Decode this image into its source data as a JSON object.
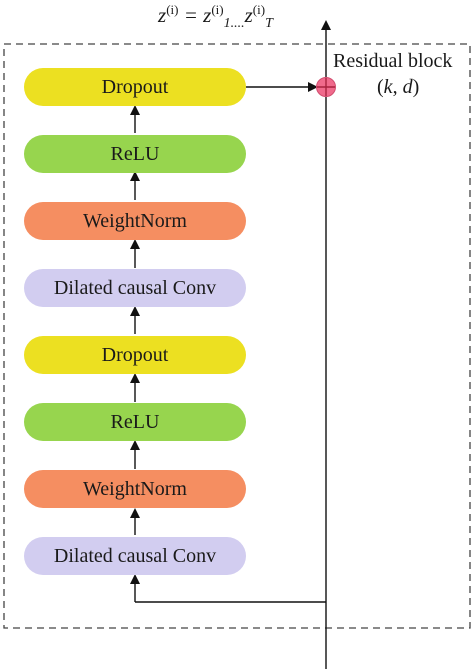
{
  "output_label": {
    "main": "z",
    "sup": "(i)",
    "eq": " = ",
    "term1_base": "z",
    "term1_sup": "(i)",
    "term1_sub": "1....",
    "term2_base": "z",
    "term2_sup": "(i)",
    "term2_sub": "T"
  },
  "residual_block": {
    "title": "Residual block",
    "params_open": "(",
    "param_k": "k",
    "params_sep": ", ",
    "param_d": "d",
    "params_close": ")"
  },
  "layers": [
    {
      "label": "Dropout",
      "type": "dropout"
    },
    {
      "label": "ReLU",
      "type": "relu"
    },
    {
      "label": "WeightNorm",
      "type": "weightnorm"
    },
    {
      "label": "Dilated causal Conv",
      "type": "dilated"
    },
    {
      "label": "Dropout",
      "type": "dropout"
    },
    {
      "label": "ReLU",
      "type": "relu"
    },
    {
      "label": "WeightNorm",
      "type": "weightnorm"
    },
    {
      "label": "Dilated causal Conv",
      "type": "dilated"
    }
  ],
  "colors": {
    "dropout": "#ece021",
    "relu": "#97d54e",
    "weightnorm": "#f58e61",
    "dilated": "#d2cdf0",
    "add_node": "#f06a8c"
  },
  "icons": {
    "add_node": "circled-plus-icon"
  }
}
